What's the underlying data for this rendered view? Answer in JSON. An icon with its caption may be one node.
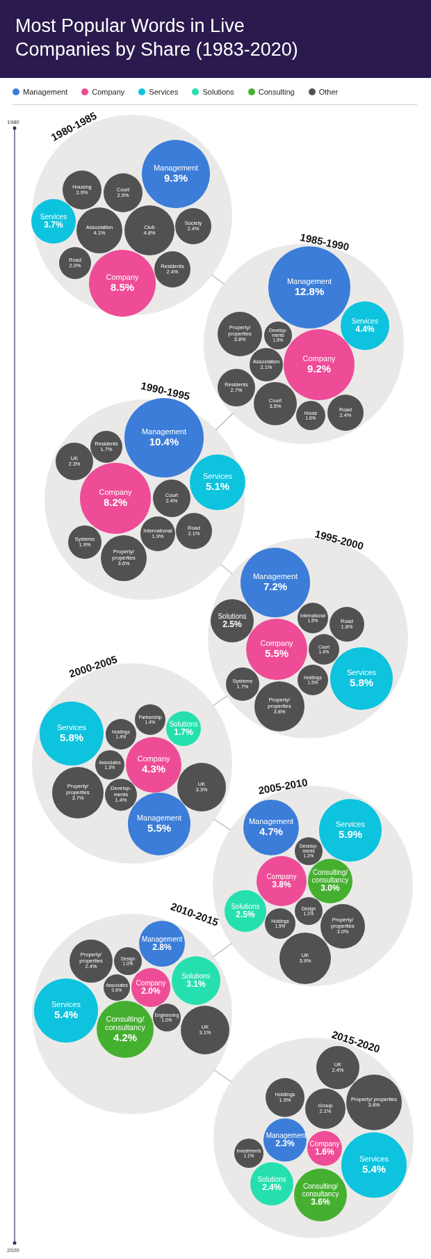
{
  "diagram": {
    "title": "Most Popular Words in Live Companies by Share (1983-2020)",
    "nodes": [
      {
        "text": [
          "1980-1985"
        ]
      },
      {
        "text": [
          "Management",
          "9.3%"
        ],
        "in": 0
      },
      {
        "text": [
          "Housing",
          "2.9%"
        ],
        "in": 0
      },
      {
        "text": [
          "Court",
          "2.9%"
        ],
        "in": 0
      },
      {
        "text": [
          "Services",
          "3.7%"
        ],
        "in": 0
      },
      {
        "text": [
          "Association",
          "4.1%"
        ],
        "in": 0
      },
      {
        "text": [
          "Club",
          "4.8%"
        ],
        "in": 0
      },
      {
        "text": [
          "Society",
          "2.4%"
        ],
        "in": 0
      },
      {
        "text": [
          "Road",
          "2.0%"
        ],
        "in": 0
      },
      {
        "text": [
          "Company",
          "8.5%"
        ],
        "in": 0
      },
      {
        "text": [
          "Residents",
          "2.4%"
        ],
        "in": 0
      },
      {
        "text": [
          "1985-1990"
        ]
      },
      {
        "text": [
          "Management",
          "12.8%"
        ],
        "in": 11
      },
      {
        "text": [
          "Services",
          "4.4%"
        ],
        "in": 11
      },
      {
        "text": [
          "Property/ properties",
          "3.8%"
        ],
        "in": 11
      },
      {
        "text": [
          "Develop- ments",
          "1.5%"
        ],
        "in": 11
      },
      {
        "text": [
          "Company",
          "9.2%"
        ],
        "in": 11
      },
      {
        "text": [
          "Association",
          "2.1%"
        ],
        "in": 11
      },
      {
        "text": [
          "Residents",
          "2.7%"
        ],
        "in": 11
      },
      {
        "text": [
          "Court",
          "3.5%"
        ],
        "in": 11
      },
      {
        "text": [
          "House",
          "1.6%"
        ],
        "in": 11
      },
      {
        "text": [
          "Road",
          "2.4%"
        ],
        "in": 11
      },
      {
        "text": [
          "1990-1995"
        ]
      },
      {
        "text": [
          "Management",
          "10.4%"
        ],
        "in": 22
      },
      {
        "text": [
          "Residents",
          "1.7%"
        ],
        "in": 22
      },
      {
        "text": [
          "UK",
          "2.3%"
        ],
        "in": 22
      },
      {
        "text": [
          "Services",
          "5.1%"
        ],
        "in": 22
      },
      {
        "text": [
          "Company",
          "8.2%"
        ],
        "in": 22
      },
      {
        "text": [
          "Court",
          "2.4%"
        ],
        "in": 22
      },
      {
        "text": [
          "International",
          "1.9%"
        ],
        "in": 22
      },
      {
        "text": [
          "Road",
          "2.1%"
        ],
        "in": 22
      },
      {
        "text": [
          "Systems",
          "1.9%"
        ],
        "in": 22
      },
      {
        "text": [
          "Property/ properties",
          "3.6%"
        ],
        "in": 22
      },
      {
        "text": [
          "1995-2000"
        ]
      },
      {
        "text": [
          "Management",
          "7.2%"
        ],
        "in": 33
      },
      {
        "text": [
          "Solutions",
          "2.5%"
        ],
        "in": 33
      },
      {
        "text": [
          "International",
          "1.5%"
        ],
        "in": 33
      },
      {
        "text": [
          "Road",
          "1.8%"
        ],
        "in": 33
      },
      {
        "text": [
          "Company",
          "5.5%"
        ],
        "in": 33
      },
      {
        "text": [
          "Court",
          "1.4%"
        ],
        "in": 33
      },
      {
        "text": [
          "Services",
          "5.8%"
        ],
        "in": 33
      },
      {
        "text": [
          "Systems",
          "1.7%"
        ],
        "in": 33
      },
      {
        "text": [
          "Holdings",
          "1.5%"
        ],
        "in": 33
      },
      {
        "text": [
          "Property/ properties",
          "3.8%"
        ],
        "in": 33
      },
      {
        "text": [
          "2000-2005"
        ]
      },
      {
        "text": [
          "Services",
          "5.8%"
        ],
        "in": 44
      },
      {
        "text": [
          "Partnership",
          "1.4%"
        ],
        "in": 44
      },
      {
        "text": [
          "Holdings",
          "1.4%"
        ],
        "in": 44
      },
      {
        "text": [
          "Solutions",
          "1.7%"
        ],
        "in": 44
      },
      {
        "text": [
          "Associates",
          "1.3%"
        ],
        "in": 44
      },
      {
        "text": [
          "Company",
          "4.3%"
        ],
        "in": 44
      },
      {
        "text": [
          "Property/ properties",
          "3.7%"
        ],
        "in": 44
      },
      {
        "text": [
          "Develop- ments",
          "1.4%"
        ],
        "in": 44
      },
      {
        "text": [
          "UK",
          "3.3%"
        ],
        "in": 44
      },
      {
        "text": [
          "Management",
          "5.5%"
        ],
        "in": 44
      },
      {
        "text": [
          "2005-2010"
        ]
      },
      {
        "text": [
          "Management",
          "4.7%"
        ],
        "in": 55
      },
      {
        "text": [
          "Services",
          "5.9%"
        ],
        "in": 55
      },
      {
        "text": [
          "Develop- ments",
          "1.2%"
        ],
        "in": 55
      },
      {
        "text": [
          "Company",
          "3.8%"
        ],
        "in": 55
      },
      {
        "text": [
          "Consulting/ consultancy",
          "3.0%"
        ],
        "in": 55
      },
      {
        "text": [
          "Solutions",
          "2.5%"
        ],
        "in": 55
      },
      {
        "text": [
          "Design",
          "1.1%"
        ],
        "in": 55
      },
      {
        "text": [
          "Holdings",
          "1.5%"
        ],
        "in": 55
      },
      {
        "text": [
          "Property/ properties",
          "3.0%"
        ],
        "in": 55
      },
      {
        "text": [
          "UK",
          "3.9%"
        ],
        "in": 55
      },
      {
        "text": [
          "2010-2015"
        ]
      },
      {
        "text": [
          "Management",
          "2.8%"
        ],
        "in": 66
      },
      {
        "text": [
          "Property/ properties",
          "2.4%"
        ],
        "in": 66
      },
      {
        "text": [
          "Design",
          "1.0%"
        ],
        "in": 66
      },
      {
        "text": [
          "Solutions",
          "3.1%"
        ],
        "in": 66
      },
      {
        "text": [
          "Associates",
          "0.9%"
        ],
        "in": 66
      },
      {
        "text": [
          "Company",
          "2.0%"
        ],
        "in": 66
      },
      {
        "text": [
          "Services",
          "5.4%"
        ],
        "in": 66
      },
      {
        "text": [
          "Engineering",
          "1.0%"
        ],
        "in": 66
      },
      {
        "text": [
          "Consulting/ consultancy",
          "4.2%"
        ],
        "in": 66
      },
      {
        "text": [
          "UK",
          "3.1%"
        ],
        "in": 66
      },
      {
        "text": [
          "2015-2020"
        ]
      },
      {
        "text": [
          "UK",
          "2.4%"
        ],
        "in": 77
      },
      {
        "text": [
          "Holdings",
          "1.9%"
        ],
        "in": 77
      },
      {
        "text": [
          "Group",
          "2.1%"
        ],
        "in": 77
      },
      {
        "text": [
          "Property/ properties",
          "3.8%"
        ],
        "in": 77
      },
      {
        "text": [
          "Management",
          "2.3%"
        ],
        "in": 77
      },
      {
        "text": [
          "Investments",
          "1.1%"
        ],
        "in": 77
      },
      {
        "text": [
          "Company",
          "1.6%"
        ],
        "in": 77
      },
      {
        "text": [
          "Services",
          "5.4%"
        ],
        "in": 77
      },
      {
        "text": [
          "Solutions",
          "2.4%"
        ],
        "in": 77
      },
      {
        "text": [
          "Consulting/ consultancy",
          "3.6%"
        ],
        "in": 77
      }
    ],
    "edges": [
      {
        "from": 0,
        "to": 11,
        "arrow": "none"
      },
      {
        "from": 11,
        "to": 22,
        "arrow": "none"
      },
      {
        "from": 22,
        "to": 33,
        "arrow": "none"
      },
      {
        "from": 33,
        "to": 44,
        "arrow": "none"
      },
      {
        "from": 44,
        "to": 55,
        "arrow": "none"
      },
      {
        "from": 55,
        "to": 66,
        "arrow": "none"
      },
      {
        "from": 66,
        "to": 77,
        "arrow": "none"
      }
    ],
    "labels": [
      "1980",
      "2020"
    ],
    "legend": [
      {
        "text": "Management",
        "color": "#3b7dd8"
      },
      {
        "text": "Company",
        "color": "#ee4c96"
      },
      {
        "text": "Services",
        "color": "#0dc3de"
      },
      {
        "text": "Solutions",
        "color": "#25e0ae"
      },
      {
        "text": "Consulting",
        "color": "#45b02f"
      },
      {
        "text": "Other",
        "color": "#515151"
      }
    ]
  }
}
